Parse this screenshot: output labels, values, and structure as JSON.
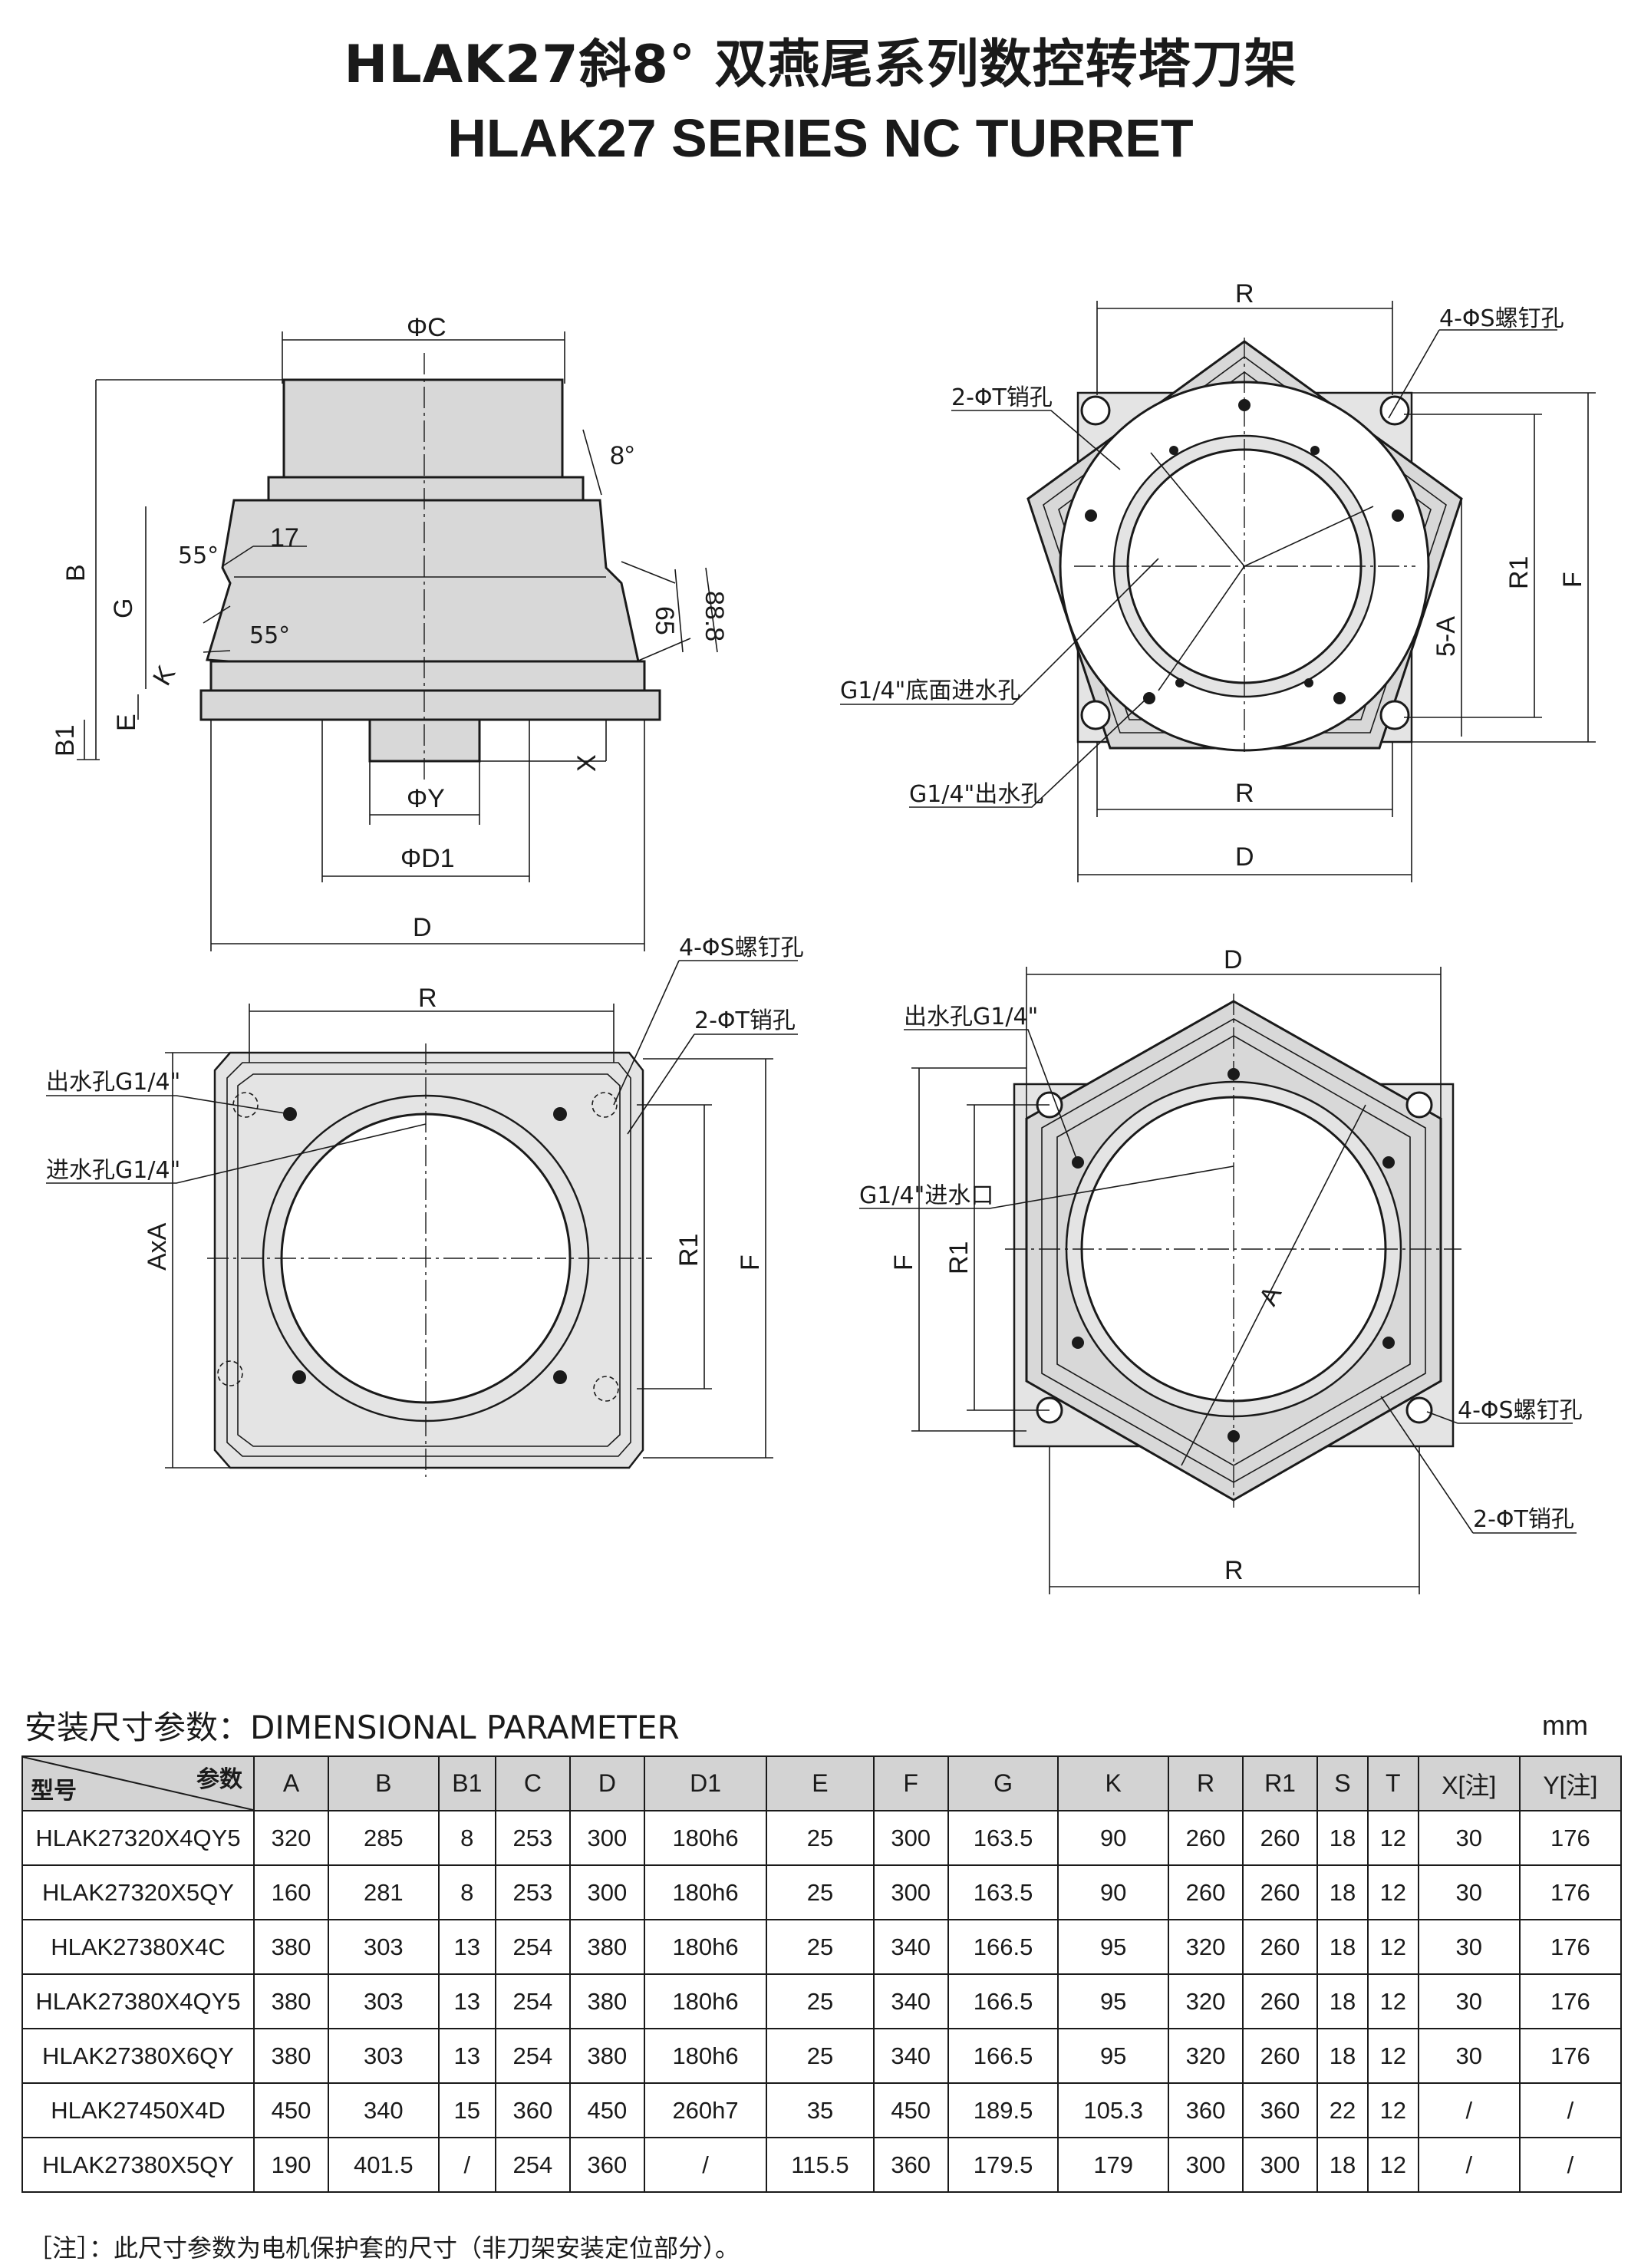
{
  "title_cn": "HLAK27斜8° 双燕尾系列数控转塔刀架",
  "title_en": "HLAK27 SERIES NC TURRET",
  "drawing_labels": {
    "side": {
      "phiC": "ΦC",
      "deg8": "8°",
      "B": "B",
      "G": "G",
      "K": "K",
      "E": "E",
      "B1": "B1",
      "d17": "17",
      "a55a": "55°",
      "a55b": "55°",
      "d65": "65",
      "d888": "88.8",
      "X": "X",
      "phiY": "ΦY",
      "phiD1": "ΦD1",
      "D": "D"
    },
    "pentagon": {
      "R_top": "R",
      "holesS": "4-ΦS螺钉孔",
      "pinsT": "2-ΦT销孔",
      "R1": "R1",
      "F": "F",
      "fiveA": "5-A",
      "bottomInlet": "G1/4\"底面进水孔",
      "outlet": "G1/4\"出水孔",
      "R_bottom": "R",
      "D": "D"
    },
    "square": {
      "R": "R",
      "holesS": "4-ΦS螺钉孔",
      "pinsT": "2-ΦT销孔",
      "outlet": "出水孔G1/4\"",
      "inlet": "进水孔G1/4\"",
      "AxA": "AxA",
      "R1": "R1",
      "F": "F"
    },
    "hexagon": {
      "D": "D",
      "outlet": "出水孔G1/4\"",
      "inlet": "G1/4\"进水口",
      "F": "F",
      "R1": "R1",
      "A": "A",
      "holesS": "4-ΦS螺钉孔",
      "pinsT": "2-ΦT销孔",
      "R": "R"
    }
  },
  "table": {
    "section_title": "安装尺寸参数：DIMENSIONAL PARAMETER",
    "unit": "mm",
    "corner_param": "参数",
    "corner_model": "型号",
    "columns": [
      "A",
      "B",
      "B1",
      "C",
      "D",
      "D1",
      "E",
      "F",
      "G",
      "K",
      "R",
      "R1",
      "S",
      "T",
      "X[注]",
      "Y[注]"
    ],
    "rows": [
      [
        "HLAK27320X4QY5",
        "320",
        "285",
        "8",
        "253",
        "300",
        "180h6",
        "25",
        "300",
        "163.5",
        "90",
        "260",
        "260",
        "18",
        "12",
        "30",
        "176"
      ],
      [
        "HLAK27320X5QY",
        "160",
        "281",
        "8",
        "253",
        "300",
        "180h6",
        "25",
        "300",
        "163.5",
        "90",
        "260",
        "260",
        "18",
        "12",
        "30",
        "176"
      ],
      [
        "HLAK27380X4C",
        "380",
        "303",
        "13",
        "254",
        "380",
        "180h6",
        "25",
        "340",
        "166.5",
        "95",
        "320",
        "260",
        "18",
        "12",
        "30",
        "176"
      ],
      [
        "HLAK27380X4QY5",
        "380",
        "303",
        "13",
        "254",
        "380",
        "180h6",
        "25",
        "340",
        "166.5",
        "95",
        "320",
        "260",
        "18",
        "12",
        "30",
        "176"
      ],
      [
        "HLAK27380X6QY",
        "380",
        "303",
        "13",
        "254",
        "380",
        "180h6",
        "25",
        "340",
        "166.5",
        "95",
        "320",
        "260",
        "18",
        "12",
        "30",
        "176"
      ],
      [
        "HLAK27450X4D",
        "450",
        "340",
        "15",
        "360",
        "450",
        "260h7",
        "35",
        "450",
        "189.5",
        "105.3",
        "360",
        "360",
        "22",
        "12",
        "/",
        "/"
      ],
      [
        "HLAK27380X5QY",
        "190",
        "401.5",
        "/",
        "254",
        "360",
        "/",
        "115.5",
        "360",
        "179.5",
        "179",
        "300",
        "300",
        "18",
        "12",
        "/",
        "/"
      ]
    ],
    "note": "［注］：此尺寸参数为电机保护套的尺寸（非刀架安装定位部分）。"
  }
}
